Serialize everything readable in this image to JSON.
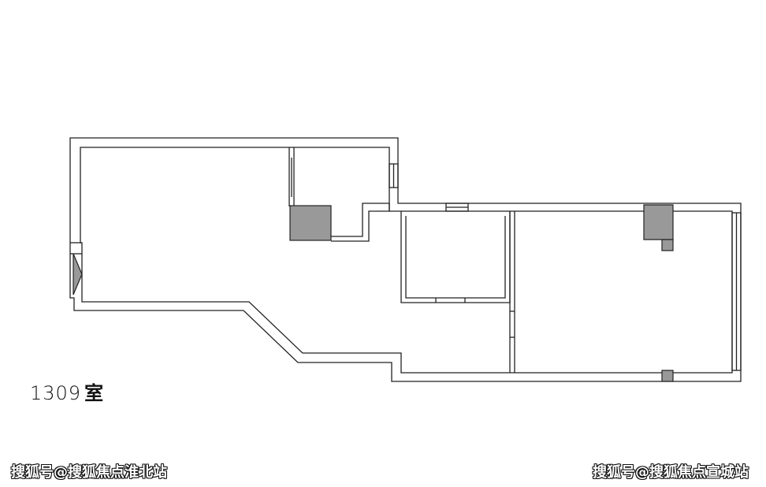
{
  "room_label": {
    "number": "1309",
    "suffix": "室"
  },
  "watermarks": {
    "left": "搜狐号@搜狐焦点淮北站",
    "right": "搜狐号@搜狐焦点宣城站"
  },
  "colors": {
    "wall": "#222222",
    "fill": "#999999",
    "background": "#ffffff"
  }
}
